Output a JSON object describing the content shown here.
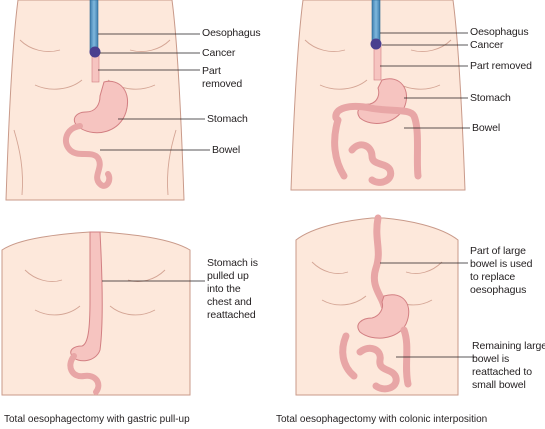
{
  "panels": {
    "top_left": {
      "labels": {
        "oesophagus": "Oesophagus",
        "cancer": "Cancer",
        "part_removed_1": "Part",
        "part_removed_2": "removed",
        "stomach": "Stomach",
        "bowel": "Bowel"
      }
    },
    "top_right": {
      "labels": {
        "oesophagus": "Oesophagus",
        "cancer": "Cancer",
        "part_removed": "Part removed",
        "stomach": "Stomach",
        "bowel": "Bowel"
      }
    },
    "bottom_left": {
      "labels": {
        "line1": "Stomach is",
        "line2": "pulled  up",
        "line3": "into the",
        "line4": "chest and",
        "line5": "reattached"
      }
    },
    "bottom_right": {
      "labels": {
        "large1": "Part of large",
        "large2": "bowel is used",
        "large3": "to replace",
        "large4": "oesophagus",
        "rem1": "Remaining large",
        "rem2": "bowel is",
        "rem3": "reattached to",
        "rem4": "small bowel"
      }
    }
  },
  "captions": {
    "left": "Total oesophagectomy with gastric pull-up",
    "right": "Total oesophagectomy with colonic interposition"
  },
  "colors": {
    "skin": "#fde8db",
    "outline": "#c99a8a",
    "organ": "#f6c4c0",
    "organ_outline": "#d27f82",
    "oesophagus": "#5f9ec9",
    "cancer": "#4a3f8f",
    "text": "#231f20"
  }
}
